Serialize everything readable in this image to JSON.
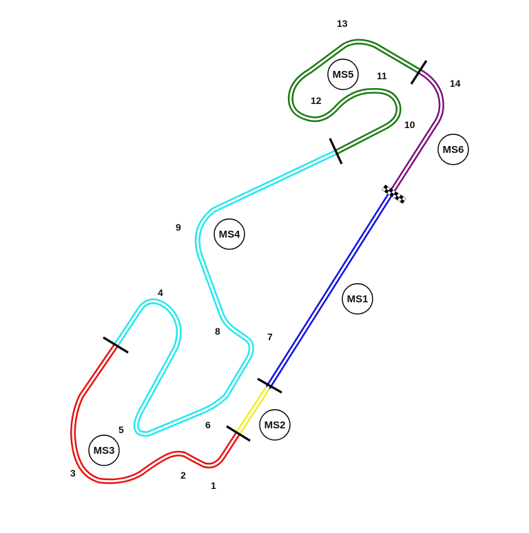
{
  "colors": {
    "MS1": "#1010e0",
    "MS2": "#f2ee22",
    "MS3": "#e81010",
    "MS4": "#22e8ee",
    "MS5": "#1a7a12",
    "MS6": "#7a107e"
  },
  "sectors": [
    {
      "id": "MS1",
      "label": "MS1"
    },
    {
      "id": "MS2",
      "label": "MS2"
    },
    {
      "id": "MS3",
      "label": "MS3"
    },
    {
      "id": "MS4",
      "label": "MS4"
    },
    {
      "id": "MS5",
      "label": "MS5"
    },
    {
      "id": "MS6",
      "label": "MS6"
    }
  ],
  "turns": [
    "1",
    "2",
    "3",
    "4",
    "5",
    "6",
    "7",
    "8",
    "9",
    "10",
    "11",
    "12",
    "13",
    "14"
  ]
}
